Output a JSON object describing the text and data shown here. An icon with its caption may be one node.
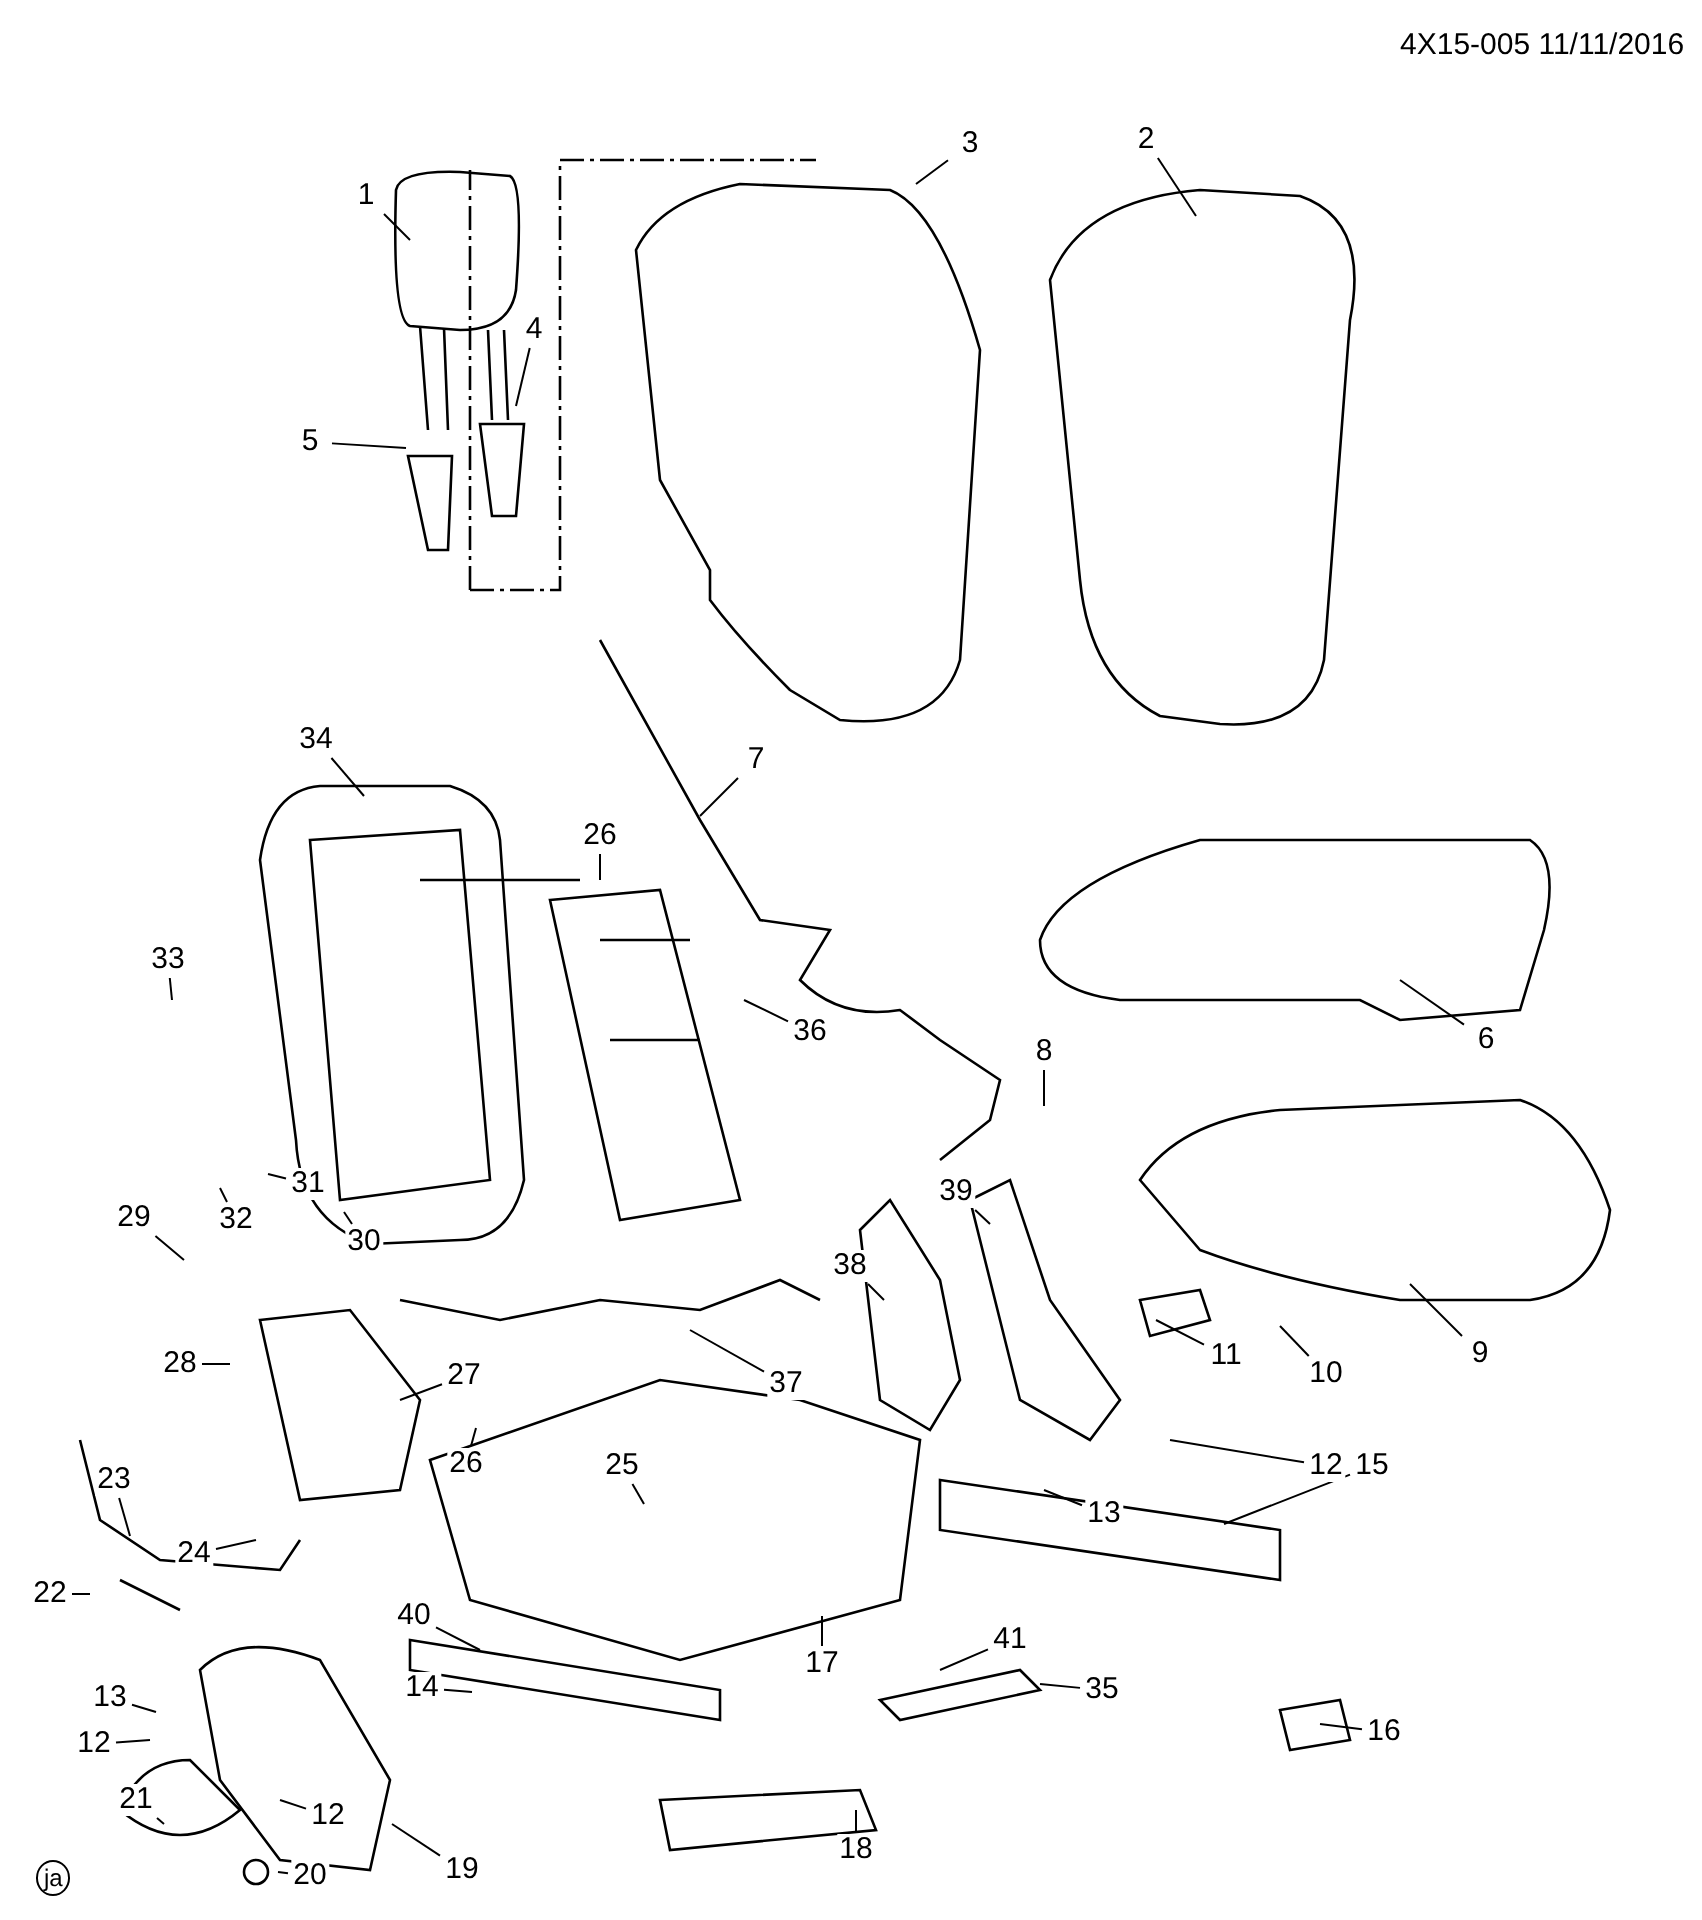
{
  "diagram": {
    "nodes": [
      {
        "text": [
          "1"
        ]
      },
      {
        "text": [
          "2"
        ]
      },
      {
        "text": [
          "3"
        ]
      },
      {
        "text": [
          "4"
        ]
      },
      {
        "text": [
          "5"
        ]
      },
      {
        "text": [
          "34"
        ]
      },
      {
        "text": [
          "7"
        ]
      },
      {
        "text": [
          "26"
        ]
      },
      {
        "text": [
          "33"
        ]
      },
      {
        "text": [
          "36"
        ]
      },
      {
        "text": [
          "6"
        ]
      },
      {
        "text": [
          "8"
        ]
      },
      {
        "text": [
          "31"
        ]
      },
      {
        "text": [
          "39"
        ]
      },
      {
        "text": [
          "29"
        ]
      },
      {
        "text": [
          "32"
        ]
      },
      {
        "text": [
          "30"
        ]
      },
      {
        "text": [
          "38"
        ]
      },
      {
        "text": [
          "11"
        ]
      },
      {
        "text": [
          "10"
        ]
      },
      {
        "text": [
          "9"
        ]
      },
      {
        "text": [
          "28"
        ]
      },
      {
        "text": [
          "27"
        ]
      },
      {
        "text": [
          "37"
        ]
      },
      {
        "text": [
          "26"
        ]
      },
      {
        "text": [
          "25"
        ]
      },
      {
        "text": [
          "12"
        ]
      },
      {
        "text": [
          "15"
        ]
      },
      {
        "text": [
          "23"
        ]
      },
      {
        "text": [
          "13"
        ]
      },
      {
        "text": [
          "24"
        ]
      },
      {
        "text": [
          "22"
        ]
      },
      {
        "text": [
          "40"
        ]
      },
      {
        "text": [
          "41"
        ]
      },
      {
        "text": [
          "17"
        ]
      },
      {
        "text": [
          "14"
        ]
      },
      {
        "text": [
          "35"
        ]
      },
      {
        "text": [
          "13"
        ]
      },
      {
        "text": [
          "16"
        ]
      },
      {
        "text": [
          "12"
        ]
      },
      {
        "text": [
          "21"
        ]
      },
      {
        "text": [
          "12"
        ]
      },
      {
        "text": [
          "18"
        ]
      },
      {
        "text": [
          "19"
        ]
      },
      {
        "text": [
          "20"
        ]
      }
    ],
    "edges": [
      {
        "from": 0,
        "to": null,
        "arrow": "none"
      },
      {
        "from": 1,
        "to": null,
        "arrow": "none"
      },
      {
        "from": 2,
        "to": null,
        "arrow": "none"
      },
      {
        "from": 3,
        "to": null,
        "arrow": "none"
      },
      {
        "from": 4,
        "to": null,
        "arrow": "none"
      },
      {
        "from": 5,
        "to": null,
        "arrow": "none"
      },
      {
        "from": 6,
        "to": null,
        "arrow": "none"
      },
      {
        "from": 7,
        "to": null,
        "arrow": "none"
      },
      {
        "from": 8,
        "to": null,
        "arrow": "none"
      },
      {
        "from": 9,
        "to": null,
        "arrow": "none"
      },
      {
        "from": 10,
        "to": null,
        "arrow": "none"
      },
      {
        "from": 11,
        "to": null,
        "arrow": "none"
      },
      {
        "from": 12,
        "to": null,
        "arrow": "none"
      },
      {
        "from": 13,
        "to": null,
        "arrow": "none"
      },
      {
        "from": 14,
        "to": null,
        "arrow": "none"
      },
      {
        "from": 15,
        "to": null,
        "arrow": "none"
      },
      {
        "from": 16,
        "to": null,
        "arrow": "none"
      },
      {
        "from": 17,
        "to": null,
        "arrow": "none"
      },
      {
        "from": 18,
        "to": null,
        "arrow": "none"
      },
      {
        "from": 19,
        "to": null,
        "arrow": "none"
      },
      {
        "from": 20,
        "to": null,
        "arrow": "none"
      },
      {
        "from": 21,
        "to": null,
        "arrow": "none"
      },
      {
        "from": 22,
        "to": null,
        "arrow": "none"
      },
      {
        "from": 23,
        "to": null,
        "arrow": "none"
      },
      {
        "from": 24,
        "to": null,
        "arrow": "none"
      },
      {
        "from": 25,
        "to": null,
        "arrow": "none"
      },
      {
        "from": 26,
        "to": null,
        "arrow": "none"
      },
      {
        "from": 27,
        "to": null,
        "arrow": "none"
      },
      {
        "from": 28,
        "to": null,
        "arrow": "none"
      },
      {
        "from": 29,
        "to": null,
        "arrow": "none"
      },
      {
        "from": 30,
        "to": null,
        "arrow": "none"
      },
      {
        "from": 31,
        "to": null,
        "arrow": "none"
      },
      {
        "from": 32,
        "to": null,
        "arrow": "none"
      },
      {
        "from": 33,
        "to": null,
        "arrow": "none"
      },
      {
        "from": 34,
        "to": null,
        "arrow": "none"
      },
      {
        "from": 35,
        "to": null,
        "arrow": "none"
      },
      {
        "from": 36,
        "to": null,
        "arrow": "none"
      },
      {
        "from": 37,
        "to": null,
        "arrow": "none"
      },
      {
        "from": 38,
        "to": null,
        "arrow": "none"
      },
      {
        "from": 39,
        "to": null,
        "arrow": "none"
      },
      {
        "from": 40,
        "to": null,
        "arrow": "none"
      },
      {
        "from": 41,
        "to": null,
        "arrow": "none"
      },
      {
        "from": 42,
        "to": null,
        "arrow": "none"
      },
      {
        "from": 43,
        "to": null,
        "arrow": "none"
      },
      {
        "from": 44,
        "to": null,
        "arrow": "none"
      }
    ],
    "labels": [
      "4X15-005 11/11/2016",
      "ja"
    ]
  }
}
